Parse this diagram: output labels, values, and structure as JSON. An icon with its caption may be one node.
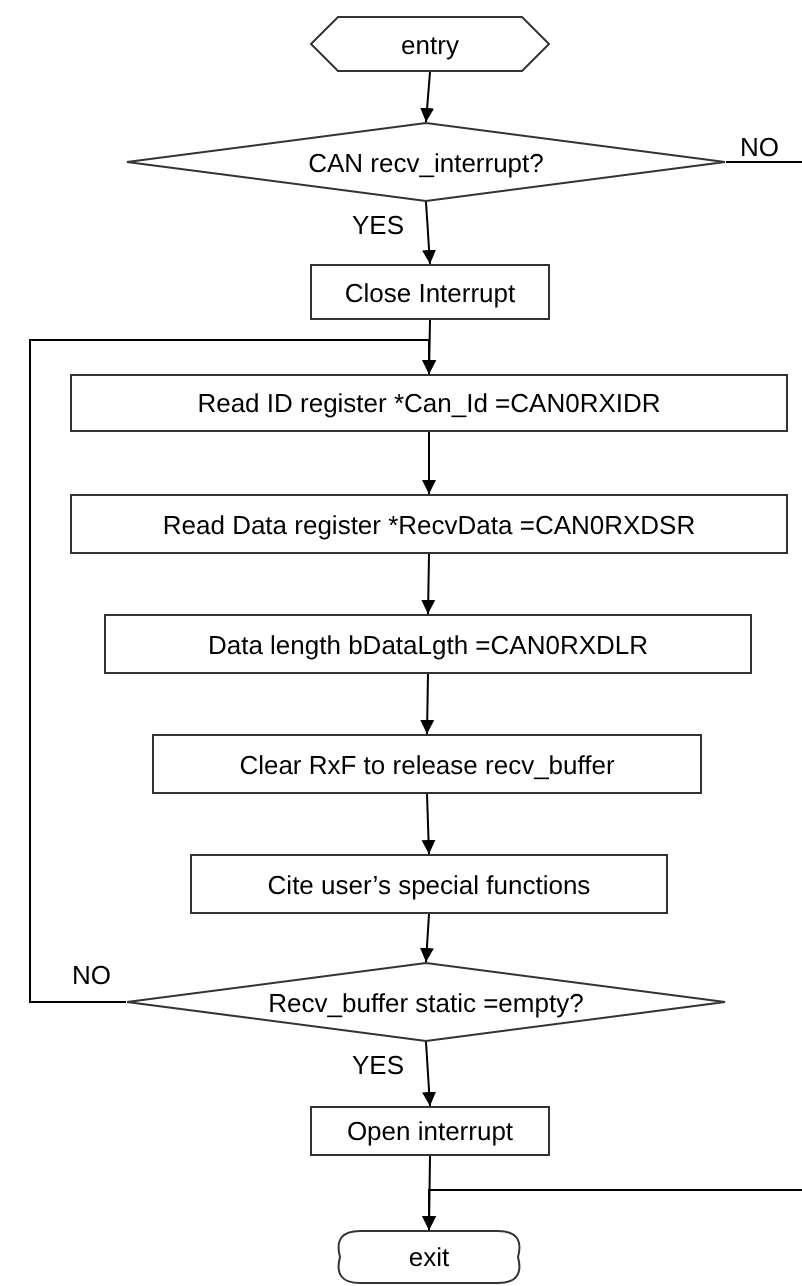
{
  "diagram": {
    "nodes": [
      {
        "text": [
          "entry"
        ]
      },
      {
        "text": [
          "CAN recv_interrupt?"
        ]
      },
      {
        "text": [
          "Close Interrupt"
        ]
      },
      {
        "text": [
          "Read ID register *Can_Id =CAN0RXIDR"
        ]
      },
      {
        "text": [
          "Read Data register *RecvData =CAN0RXDSR"
        ]
      },
      {
        "text": [
          "Data length bDataLgth =CAN0RXDLR"
        ]
      },
      {
        "text": [
          "Clear RxF to release recv_buffer"
        ]
      },
      {
        "text": [
          "Cite user’s special functions"
        ]
      },
      {
        "text": [
          "Recv_buffer static =empty?"
        ]
      },
      {
        "text": [
          "Open interrupt"
        ]
      },
      {
        "text": [
          "exit"
        ]
      }
    ],
    "edges": [
      {
        "from": 0,
        "to": 1,
        "arrow": "to"
      },
      {
        "from": 1,
        "to": 2,
        "arrow": "to",
        "label": "YES"
      },
      {
        "from": 1,
        "to": null,
        "arrow": "none",
        "label": "NO"
      },
      {
        "from": 2,
        "to": 3,
        "arrow": "to"
      },
      {
        "from": 3,
        "to": 4,
        "arrow": "to"
      },
      {
        "from": 4,
        "to": 5,
        "arrow": "to"
      },
      {
        "from": 5,
        "to": 6,
        "arrow": "to"
      },
      {
        "from": 6,
        "to": 7,
        "arrow": "to"
      },
      {
        "from": 7,
        "to": 8,
        "arrow": "to"
      },
      {
        "from": 8,
        "to": 3,
        "arrow": "to",
        "label": "NO"
      },
      {
        "from": 8,
        "to": 9,
        "arrow": "to",
        "label": "YES"
      },
      {
        "from": 9,
        "to": 10,
        "arrow": "to"
      },
      {
        "from": null,
        "to": 10,
        "arrow": "to"
      }
    ]
  }
}
